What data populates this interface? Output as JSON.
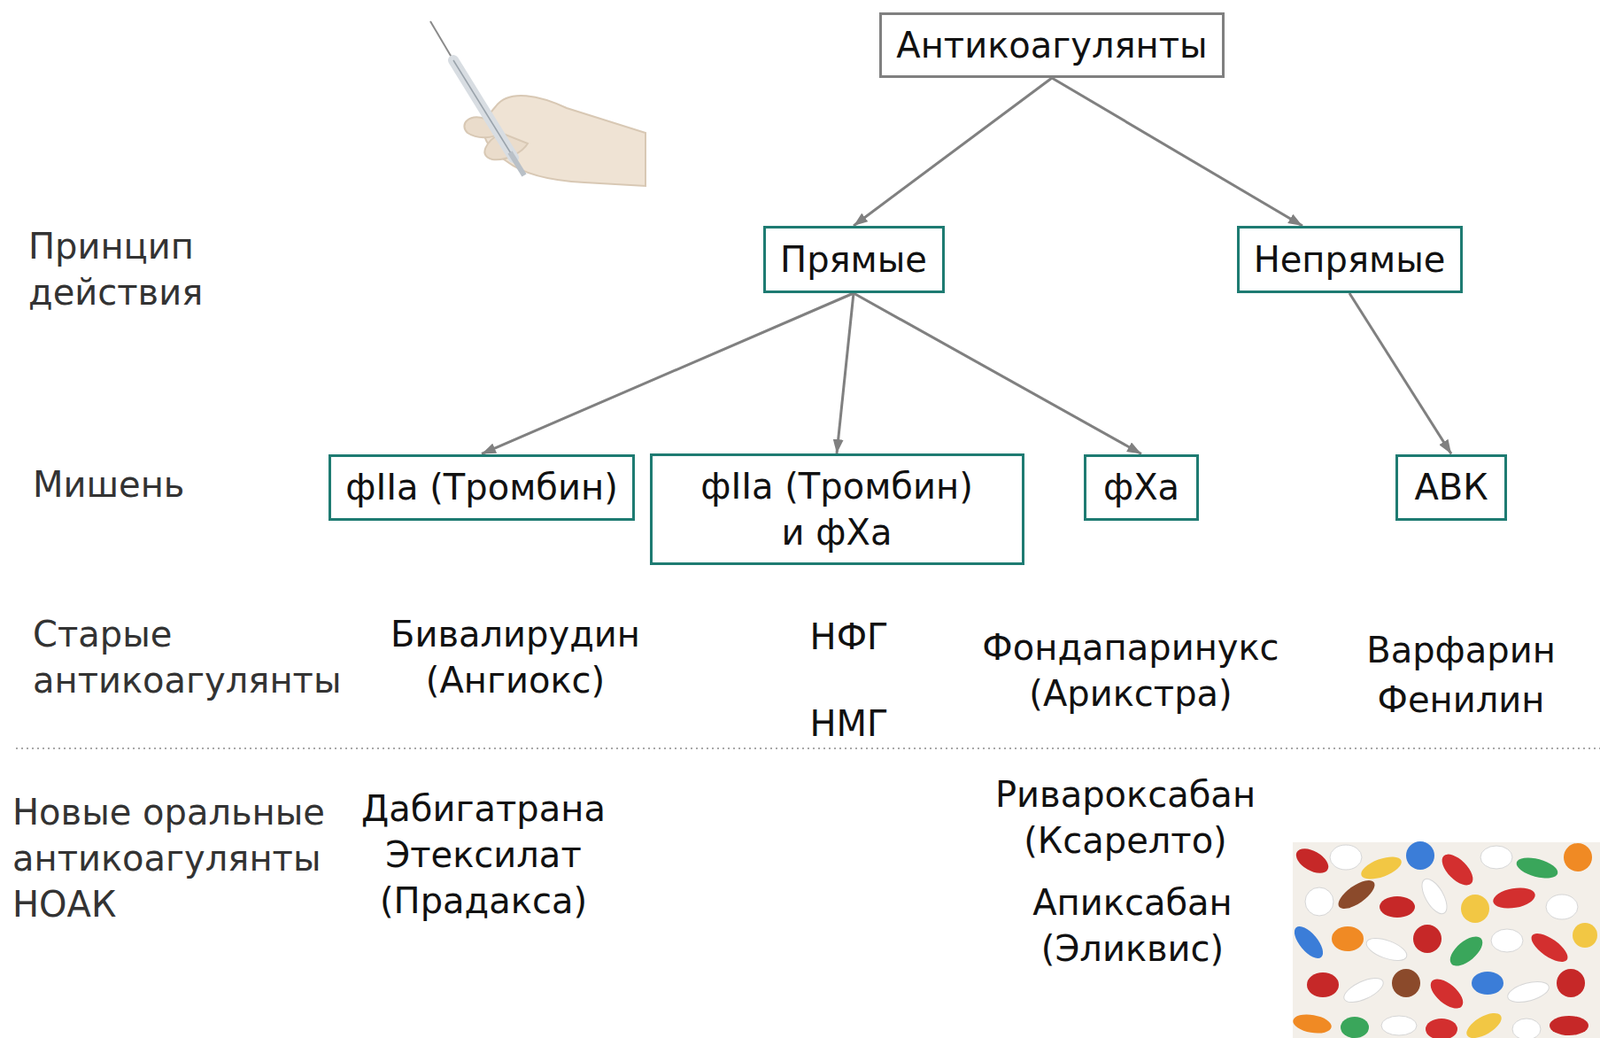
{
  "diagram": {
    "nodes": [
      {
        "text": [
          "Антикоагулянты"
        ]
      },
      {
        "text": [
          "Прямые"
        ]
      },
      {
        "text": [
          "Непрямые"
        ]
      },
      {
        "text": [
          "фIIa (Тромбин)"
        ]
      },
      {
        "text": [
          "фIIa (Тромбин) и фXa"
        ]
      },
      {
        "text": [
          "фXa"
        ]
      },
      {
        "text": [
          "АВК"
        ]
      }
    ],
    "edges": [
      {
        "from": 0,
        "to": 1,
        "arrow": "to"
      },
      {
        "from": 0,
        "to": 2,
        "arrow": "to"
      },
      {
        "from": 1,
        "to": 3,
        "arrow": "to"
      },
      {
        "from": 1,
        "to": 4,
        "arrow": "to"
      },
      {
        "from": 1,
        "to": 5,
        "arrow": "to"
      },
      {
        "from": 2,
        "to": 6,
        "arrow": "to"
      }
    ],
    "labels": [
      "Принцип действия",
      "Мишень",
      "Старые антикоагулянты",
      "Новые оральные антикоагулянты НОАК",
      "Бивалирудин (Ангиокс)",
      "НФГ",
      "НМГ",
      "Фондапаринукс (Арикстра)",
      "Варфарин",
      "Фенилин",
      "Дабигатрана Этексилат (Прадакса)",
      "Ривароксабан (Ксарелто)",
      "Апиксабан (Эликвис)"
    ]
  }
}
